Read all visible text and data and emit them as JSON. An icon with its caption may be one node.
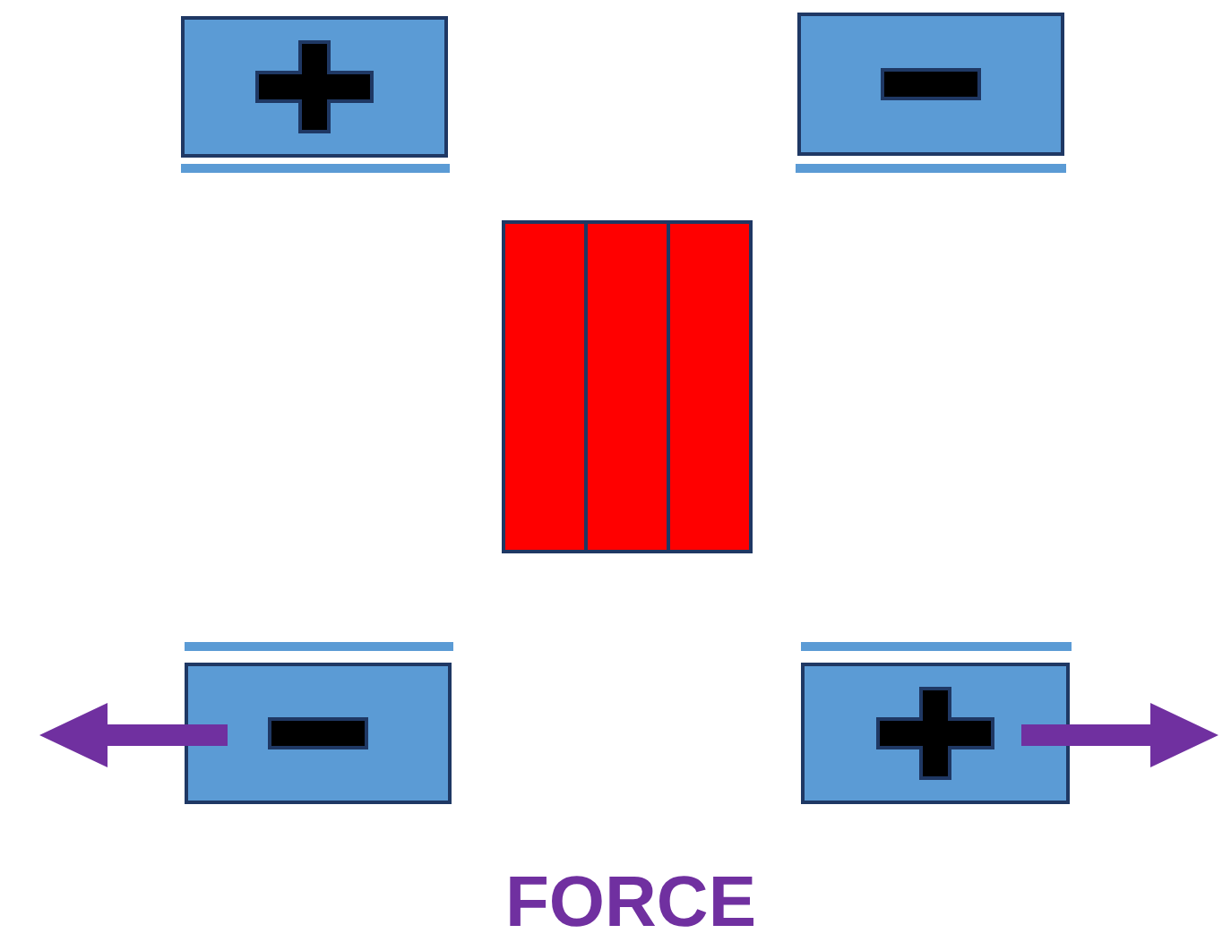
{
  "diagram": {
    "nodes": [
      {
        "text": [],
        "shape": "box"
      },
      {
        "text": [],
        "shape": "box"
      },
      {
        "text": [],
        "shape": "bar"
      },
      {
        "text": [],
        "shape": "bar"
      },
      {
        "text": [],
        "shape": "bar"
      },
      {
        "text": [],
        "shape": "box"
      },
      {
        "text": [],
        "shape": "box"
      }
    ],
    "labels": [
      "FORCE"
    ]
  }
}
